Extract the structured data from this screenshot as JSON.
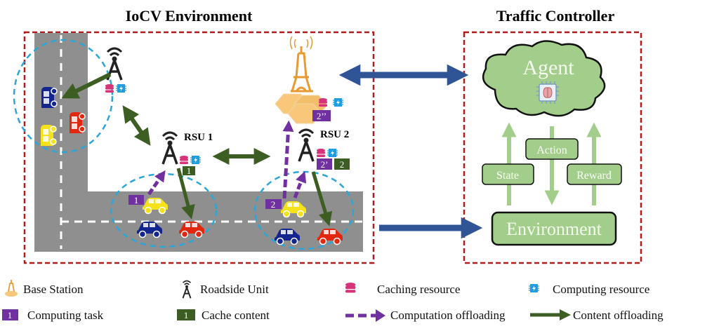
{
  "titles": {
    "left": "IoCV Environment",
    "right": "Traffic Controller"
  },
  "rsu_labels": [
    "RSU 1",
    "RSU 2"
  ],
  "task_tags": {
    "rsu1_cache": "1",
    "car1_task": "1",
    "car2_task": "2",
    "rsu2_task": "2’",
    "rsu2_cache": "2",
    "bs_task": "2’’"
  },
  "controller": {
    "agent": "Agent",
    "action": "Action",
    "state": "State",
    "reward": "Reward",
    "environment": "Environment"
  },
  "legend": {
    "base_station": "Base Station",
    "roadside_unit": "Roadside Unit",
    "caching_resource": "Caching resource",
    "computing_resource": "Computing resource",
    "computing_task": "Computing task",
    "computing_task_num": "1",
    "cache_content": "Cache content",
    "cache_content_num": "1",
    "computation_offloading": "Computation offloading",
    "content_offloading": "Content offloading"
  },
  "colors": {
    "frame": "#b01c1c",
    "road": "#8f8f8f",
    "coverage": "#2aa6d8",
    "content_arrow": "#3d5e22",
    "compute_arrow": "#7030a0",
    "link_arrow": "#2f5597",
    "rl_green": "#a2cd8a",
    "car_blue": "#13258f",
    "car_red": "#e3260e",
    "car_yellow": "#f5e21a",
    "cache_pink": "#d6337a",
    "compute_blue": "#1e9ee0",
    "tower_orange": "#e89a32"
  }
}
